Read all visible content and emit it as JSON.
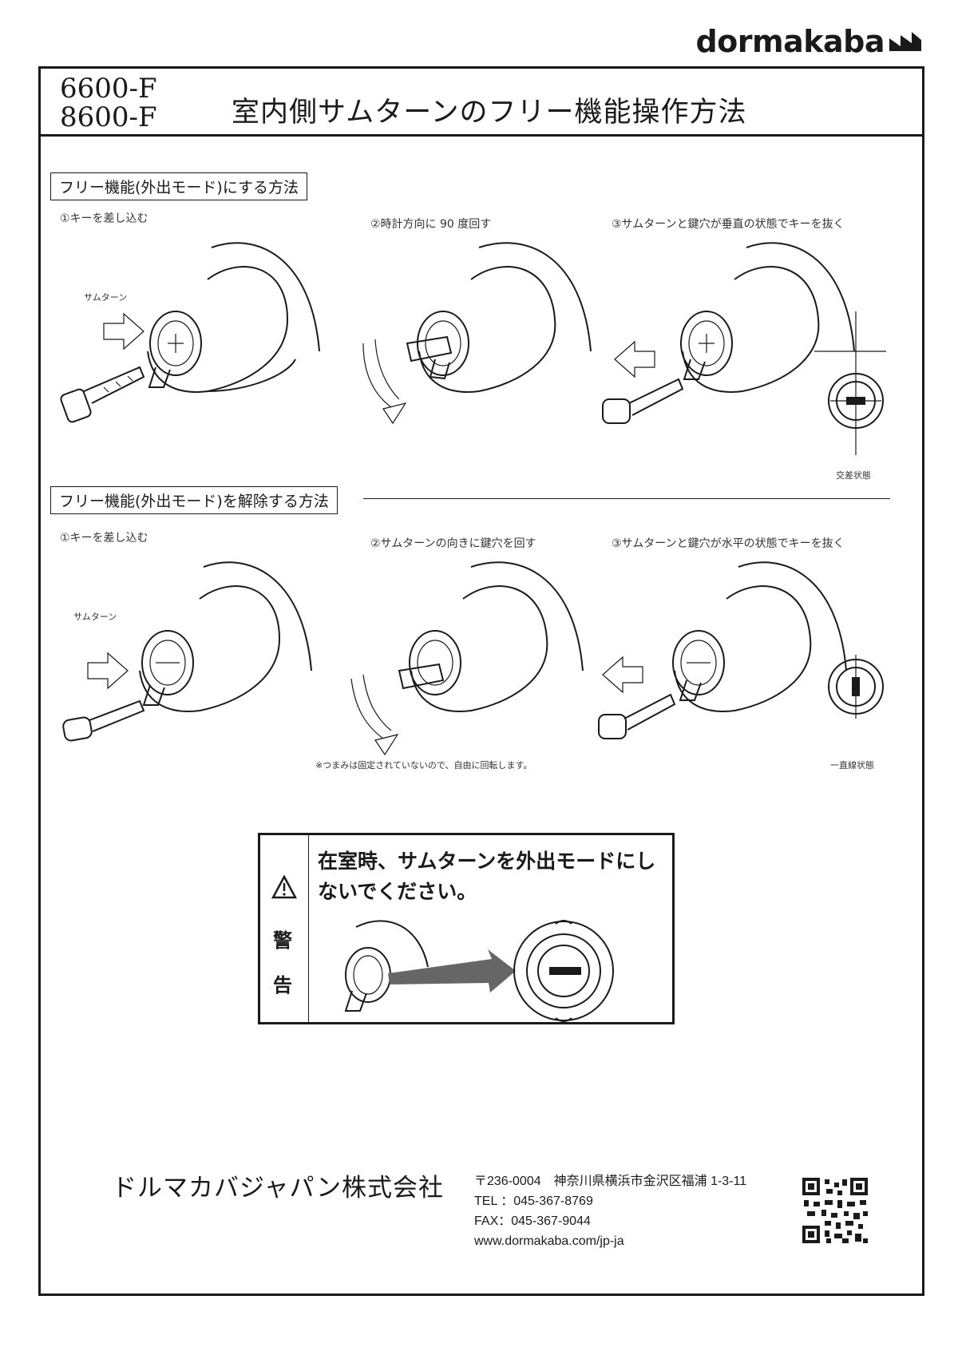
{
  "brand": {
    "name": "dormakaba"
  },
  "header": {
    "models": [
      "6600-F",
      "8600-F"
    ],
    "title": "室内側サムターンのフリー機能操作方法"
  },
  "section_enable": {
    "heading": "フリー機能(外出モード)にする方法",
    "steps": [
      "①キーを差し込む",
      "②時計方向に 90 度回す",
      "③サムターンと鍵穴が垂直の状態でキーを抜く"
    ],
    "thumbturn_label": "サムターン",
    "state_label": "交差状態"
  },
  "section_disable": {
    "heading": "フリー機能(外出モード)を解除する方法",
    "steps": [
      "①キーを差し込む",
      "②サムターンの向きに鍵穴を回す",
      "③サムターンと鍵穴が水平の状態でキーを抜く"
    ],
    "thumbturn_label": "サムターン",
    "note": "※つまみは固定されていないので、自由に回転します。",
    "state_label": "一直線状態"
  },
  "warning": {
    "side_chars": [
      "警",
      "告"
    ],
    "text": "在室時、サムターンを外出モードにしないでください。"
  },
  "footer": {
    "company": "ドルマカバジャパン株式会社",
    "address": "〒236-0004　神奈川県横浜市金沢区福浦 1-3-11",
    "tel": "TEL ：045-367-8769",
    "fax": "FAX：045-367-9044",
    "url": "www.dormakaba.com/jp-ja"
  }
}
